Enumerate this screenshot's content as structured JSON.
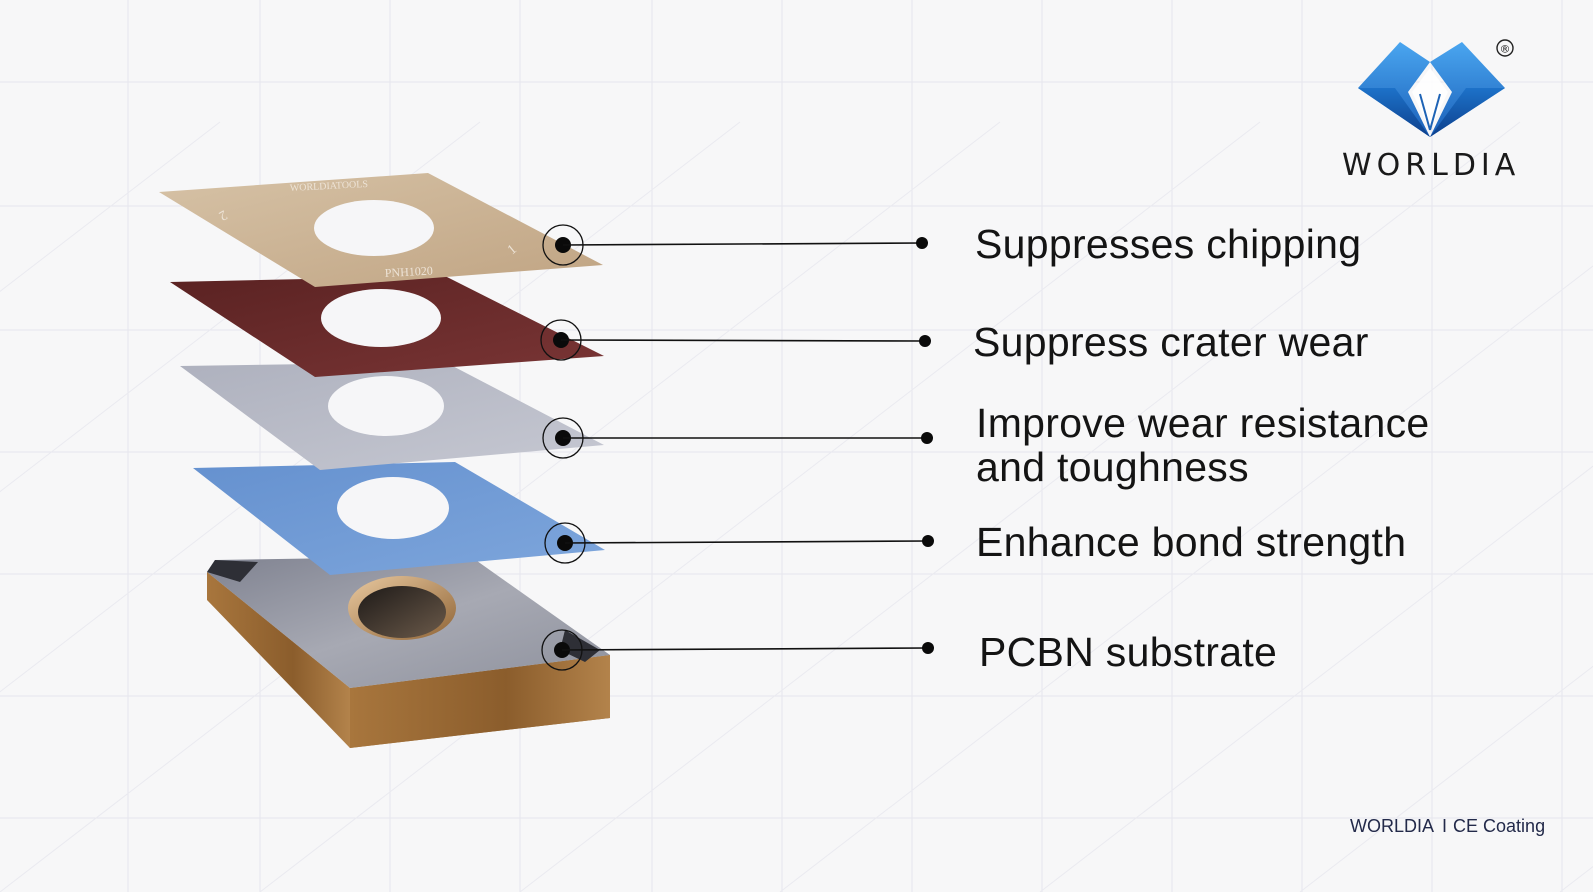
{
  "brand": {
    "name": "WORLDIA",
    "registered_mark": "®",
    "logo_colors": [
      "#1e63b5",
      "#3a8fe0",
      "#0e3e86"
    ]
  },
  "insert_print": {
    "brand": "WORLDIATOOLS",
    "code": "PNH1020",
    "corner_left": "2",
    "corner_right": "1"
  },
  "layers": [
    {
      "label": "Suppresses chipping",
      "color": "#c8b091"
    },
    {
      "label": "Suppress crater wear",
      "color": "#6b2f2f"
    },
    {
      "label": "Improve wear resistance and toughness",
      "color": "#b9bcc8"
    },
    {
      "label": "Enhance bond strength",
      "color": "#6f9ad3"
    },
    {
      "label": "PCBN substrate",
      "color": "#9a9eaa"
    }
  ],
  "footer": {
    "brand": "WORLDIA",
    "separator": "I",
    "product": "CE Coating"
  }
}
